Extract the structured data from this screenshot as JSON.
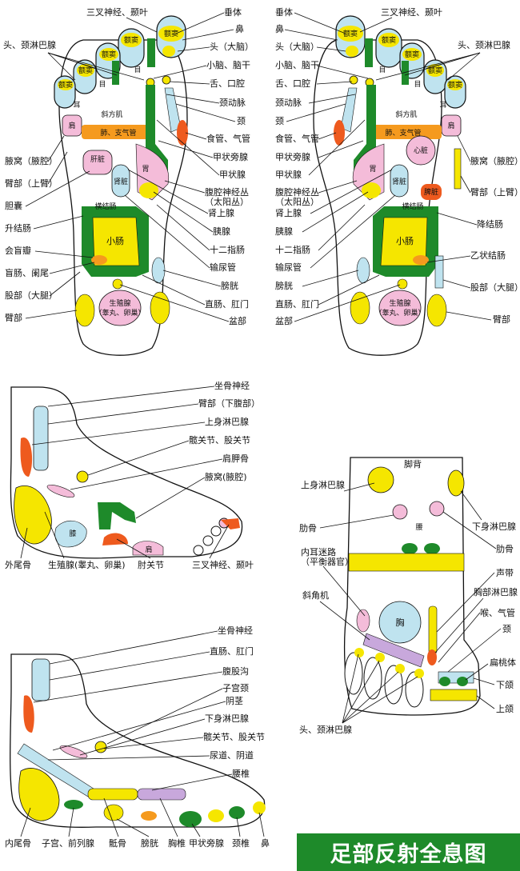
{
  "title": "足部反射全息图",
  "colors": {
    "yellow": "#f5e600",
    "green": "#1e8a2a",
    "pink": "#f4bcd9",
    "blue": "#bfe3ef",
    "orange": "#f59a1e",
    "red": "#ee5a1e",
    "purple": "#c8a8dc"
  },
  "left_sole": {
    "zones": {
      "sinus_1": "额窦",
      "sinus_2": "额窦",
      "sinus_3": "额窦",
      "sinus_4": "额窦",
      "sinus_5": "额窦",
      "eye_1": "目",
      "eye_2": "目",
      "ear": "耳",
      "shoulder": "肩",
      "trapezius": "斜方肌",
      "lung": "肺、支气管",
      "liver": "肝脏",
      "kidney": "肾脏",
      "stomach": "胃",
      "transverse_colon": "横结肠",
      "small_intestine": "小肠",
      "genital_1": "生殖腺",
      "genital_2": "（睾丸、卵巢）"
    },
    "labels": {
      "trigeminal": "三叉神经、颞叶",
      "head_lymph": "头、颈淋巴腺",
      "axilla": "腋窝（腋腔）",
      "upper_arm": "臂部（上臂）",
      "gallbladder": "胆囊",
      "ascending_colon": "升结肠",
      "ileocecal": "会盲瓣",
      "cecum": "盲肠、阑尾",
      "thigh": "股部（大腿）",
      "buttock": "臂部",
      "pituitary": "垂体",
      "nose": "鼻",
      "head_brain": "头（大脑）",
      "cerebellum": "小脑、脑干",
      "tongue": "舌、口腔",
      "carotid": "颈动脉",
      "neck": "颈",
      "esophagus": "食管、气管",
      "parathyroid": "甲状旁腺",
      "thyroid": "甲状腺",
      "celiac_1": "腹腔神经丛",
      "celiac_2": "（太阳丛）",
      "adrenal": "肾上腺",
      "pancreas": "胰腺",
      "duodenum": "十二指肠",
      "ureter": "输尿管",
      "bladder": "膀胱",
      "rectum": "直肠、肛门",
      "pelvis": "盆部"
    }
  },
  "right_sole": {
    "zones": {
      "sinus_1": "额窦",
      "sinus_2": "额窦",
      "sinus_3": "额窦",
      "sinus_4": "额窦",
      "sinus_5": "额窦",
      "eye_1": "目",
      "eye_2": "目",
      "ear": "耳",
      "shoulder": "肩",
      "trapezius": "斜方肌",
      "lung": "肺、支气管",
      "heart": "心脏",
      "kidney": "肾脏",
      "spleen": "脾脏",
      "stomach": "胃",
      "transverse_colon": "横结肠",
      "small_intestine": "小肠",
      "genital_1": "生殖腺",
      "genital_2": "（睾丸、卵巢）"
    },
    "labels": {
      "pituitary": "垂体",
      "trigeminal": "三叉神经、颞叶",
      "nose": "鼻",
      "head_brain": "头（大脑）",
      "cerebellum": "小脑、脑干",
      "tongue": "舌、口腔",
      "carotid": "颈动脉",
      "neck": "颈",
      "esophagus": "食管、气管",
      "parathyroid": "甲状旁腺",
      "thyroid": "甲状腺",
      "celiac_1": "腹腔神经丛",
      "celiac_2": "（太阳丛）",
      "adrenal": "肾上腺",
      "pancreas": "胰腺",
      "duodenum": "十二指肠",
      "ureter": "输尿管",
      "bladder": "膀胱",
      "rectum": "直肠、肛门",
      "pelvis": "盆部",
      "head_lymph": "头、颈淋巴腺",
      "axilla": "腋窝（腋腔）",
      "upper_arm": "臂部（上臂）",
      "descending_colon": "降结肠",
      "sigmoid": "乙状结肠",
      "thigh": "股部（大腿）",
      "buttock": "臂部"
    }
  },
  "outer_side": {
    "zones": {
      "knee": "膝",
      "shoulder": "肩"
    },
    "labels": {
      "sciatic": "坐骨神经",
      "buttock": "臂部（下腹部）",
      "upper_lymph": "上身淋巴腺",
      "hip": "髋关节、股关节",
      "scapula": "肩胛骨",
      "axilla": "腋窝(腋腔)",
      "coccyx": "外尾骨",
      "genital": "生殖腺(睾丸、卵巢)",
      "elbow": "肘关节",
      "trigeminal": "三叉神经、颞叶"
    }
  },
  "dorsum": {
    "zones": {
      "dorsum": "脚背",
      "waist": "腰",
      "chest": "胸"
    },
    "labels": {
      "upper_lymph": "上身淋巴腺",
      "lower_lymph": "下身淋巴腺",
      "rib_l": "肋骨",
      "rib_r": "肋骨",
      "inner_ear": "内耳迷路",
      "inner_ear_2": "（平衡器官）",
      "diaphragm": "斜角机",
      "vocal": "声带",
      "chest_lymph": "胸部淋巴腺",
      "throat": "喉、气管",
      "neck": "颈",
      "tonsil": "扁桃体",
      "jaw_low": "下颌",
      "jaw_up": "上颌",
      "head_lymph": "头、颈淋巴腺"
    }
  },
  "inner_side": {
    "labels": {
      "sciatic": "坐骨神经",
      "rectum": "直肠、肛门",
      "groin": "腹股沟",
      "uterus": "子宫颈",
      "penis": "阴茎",
      "lower_lymph": "下身淋巴腺",
      "hip": "髋关节、股关节",
      "urethra": "尿道、阴道",
      "lumbar": "腰椎",
      "coccyx": "内尾骨",
      "uterus_prostate": "子宫、前列腺",
      "sacrum": "骶骨",
      "bladder": "膀胱",
      "thoracic": "胸椎",
      "parathyroid": "甲状旁腺",
      "cervical": "颈椎",
      "nose": "鼻"
    }
  }
}
